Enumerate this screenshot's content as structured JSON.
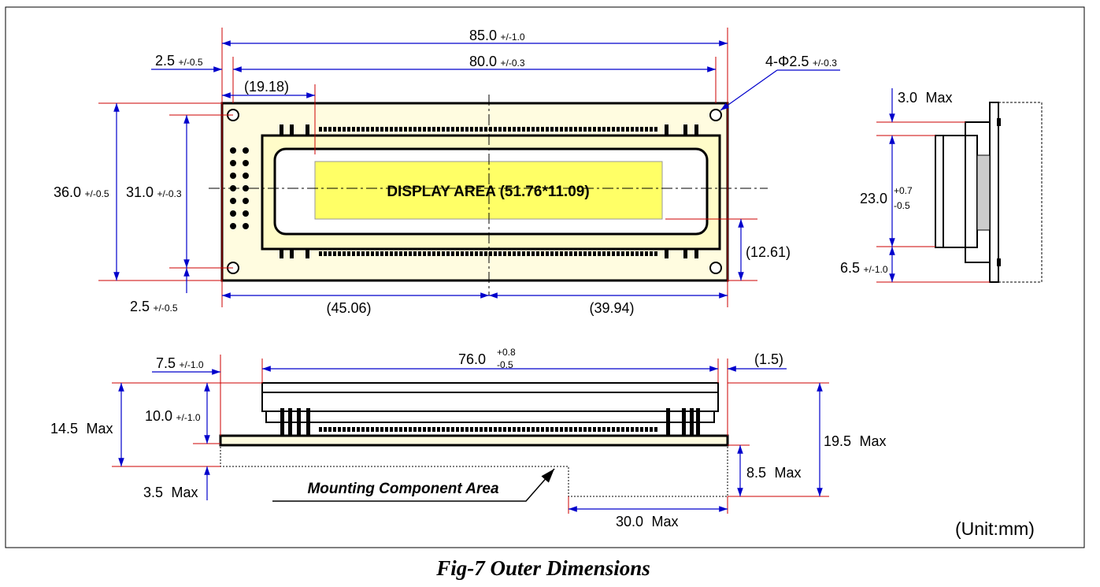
{
  "figure": {
    "caption": "Fig-7 Outer Dimensions",
    "unit": "(Unit:mm)",
    "display_area_label": "DISPLAY AREA (51.76*11.09)",
    "mounting_label": "Mounting Component Area",
    "colors": {
      "dimension_line": "#0000cc",
      "extension_line": "#cc0000",
      "pcb_fill": "#fffce0",
      "bezel_fill": "#fffcc8",
      "display_fill": "#ffff66"
    }
  },
  "front_view": {
    "width_total": {
      "val": "85.0",
      "tol": "+/-1.0"
    },
    "hole_pitch_x": {
      "val": "80.0",
      "tol": "+/-0.3"
    },
    "hole_offset_x": {
      "val": "2.5",
      "tol": "+/-0.5"
    },
    "hole_offset_y": {
      "val": "2.5",
      "tol": "+/-0.5"
    },
    "display_offset_x": "(19.18)",
    "holes": {
      "val": "4-Φ2.5",
      "tol": "+/-0.3"
    },
    "height_total": {
      "val": "36.0",
      "tol": "+/-0.5"
    },
    "hole_pitch_y": {
      "val": "31.0",
      "tol": "+/-0.3"
    },
    "display_offset_y": "(12.61)",
    "center_left": "(45.06)",
    "center_right": "(39.94)"
  },
  "side_view": {
    "top_thickness": {
      "val": "3.0",
      "tol": "Max"
    },
    "body_height": {
      "val": "23.0",
      "tol_plus": "+0.7",
      "tol_minus": "-0.5"
    },
    "bottom_offset": {
      "val": "6.5",
      "tol": "+/-1.0"
    }
  },
  "bottom_view": {
    "left_offset": {
      "val": "7.5",
      "tol": "+/-1.0"
    },
    "bezel_width": {
      "val": "76.0",
      "tol_plus": "+0.8",
      "tol_minus": "-0.5"
    },
    "right_offset": "(1.5)",
    "total_height": {
      "val": "14.5",
      "tol": "Max"
    },
    "bezel_height": {
      "val": "10.0",
      "tol": "+/-1.0"
    },
    "below_pcb": {
      "val": "3.5",
      "tol": "Max"
    },
    "overall_height": {
      "val": "19.5",
      "tol": "Max"
    },
    "component_height": {
      "val": "8.5",
      "tol": "Max"
    },
    "component_width": {
      "val": "30.0",
      "tol": "Max"
    }
  }
}
